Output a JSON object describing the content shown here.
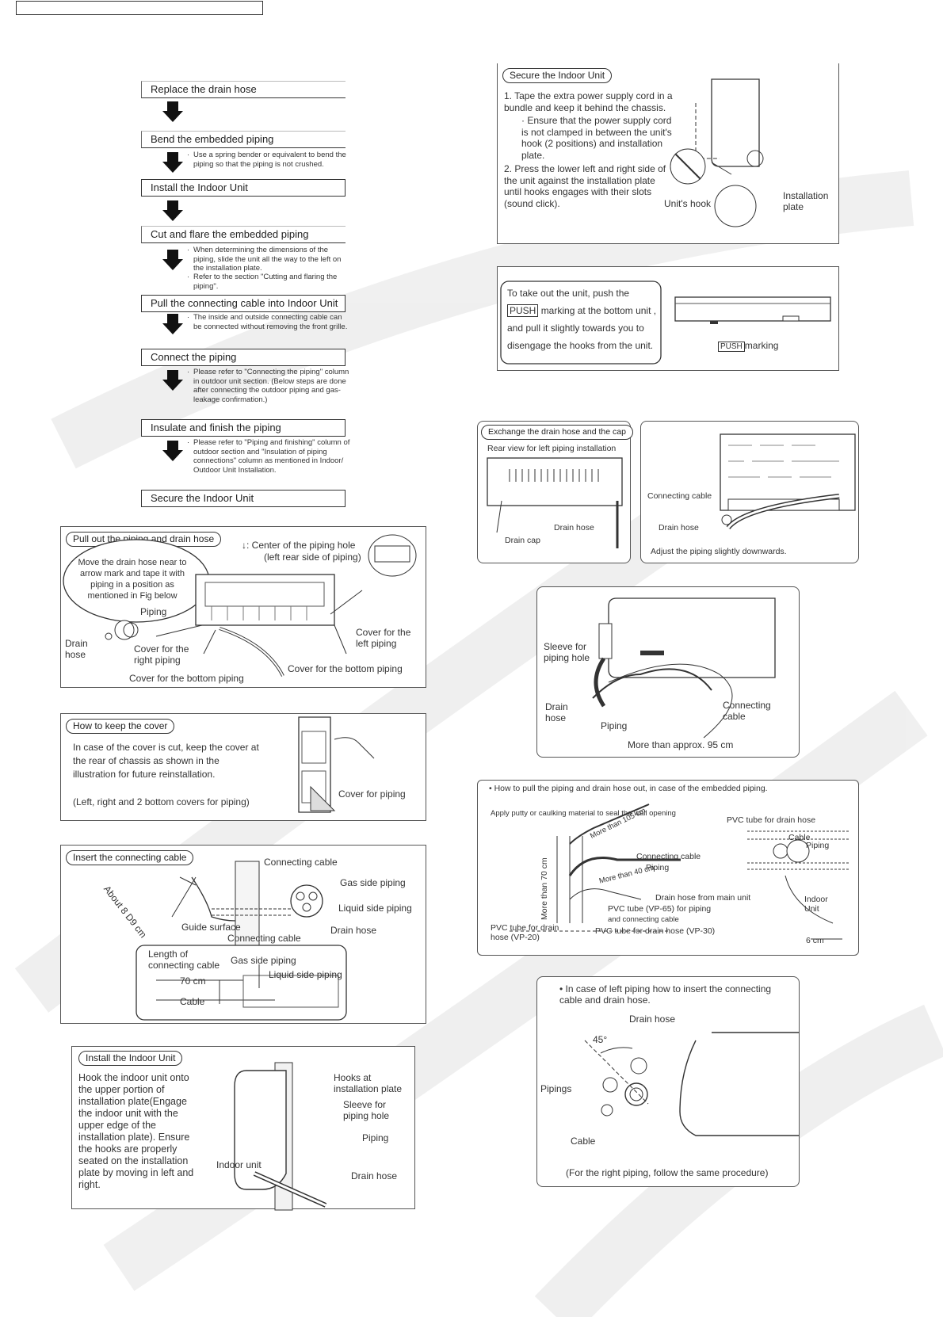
{
  "flow": {
    "steps": [
      "Replace the drain hose",
      "Bend the embedded piping",
      "Install the Indoor Unit",
      "Cut and flare the embedded piping",
      "Pull the connecting cable into Indoor Unit",
      "Connect the piping",
      "Insulate and finish the piping",
      "Secure the Indoor Unit"
    ],
    "notes": {
      "bend": "Use a spring bender or equivalent to bend the piping so that the piping is not crushed.",
      "cut1": "When determining the dimensions of the piping, slide the unit all the way to the left on the installation plate.",
      "cut2": "Refer to the section \"Cutting and flaring the piping\".",
      "pull": "The inside and outside connecting cable can be connected without removing the front grille.",
      "connect": "Please refer to \"Connecting the piping\" column in outdoor unit section. (Below steps are done after connecting the outdoor piping and gas-leakage confirmation.)",
      "insulate": "Please refer to \"Piping and finishing\" column of outdoor section and \"Insulation of piping connections\" column as mentioned in Indoor/ Outdoor Unit Installation."
    }
  },
  "pullout": {
    "title": "Pull out the piping and drain hose",
    "bubble": "Move the drain hose near to arrow mark and tape it with piping in a position as mentioned in Fig below",
    "piping": "Piping",
    "center": "↓: Center of the piping hole",
    "center2": "(left rear side of piping)",
    "drain_hose": "Drain hose",
    "cover_right": "Cover for the right piping",
    "cover_left": "Cover for the left piping",
    "cover_bottom1": "Cover for the bottom piping",
    "cover_bottom2": "Cover for  the bottom piping"
  },
  "keepcover": {
    "title": "How to keep the cover",
    "text": "In case of the cover is cut, keep the cover at the rear of chassis as shown in the illustration for future reinstallation.",
    "text2": "(Left, right and 2 bottom covers for piping)",
    "label": "Cover for piping"
  },
  "insertcable": {
    "title": "Insert the connecting cable",
    "about": "About 8 D9 cm",
    "connecting_cable": "Connecting  cable",
    "gas": "Gas side piping",
    "liquid": "Liquid side piping",
    "drain": "Drain hose",
    "guide": "Guide surface",
    "connecting_cable2": "Connecting cable",
    "length": "Length of connecting cable",
    "gas2": "Gas side piping",
    "liquid2": "Liquid side piping",
    "cm70": "70 cm",
    "cable": "Cable"
  },
  "installindoor": {
    "title": "Install the Indoor Unit",
    "text": "Hook the indoor unit onto the upper portion of installation plate(Engage the indoor unit with the upper edge of the installation plate). Ensure the hooks are properly seated on the installation plate by moving in left and right.",
    "hooks": "Hooks at installation plate",
    "sleeve": "Sleeve for piping hole",
    "piping": "Piping",
    "indoor": "Indoor unit",
    "drain": "Drain hose"
  },
  "secure": {
    "title": "Secure the Indoor Unit",
    "s1": "1.   Tape the extra power supply cord in a bundle and keep it behind the chassis.",
    "s1b": "Ensure that the power supply cord is not clamped in between the unit's hook (2 positions) and installation plate.",
    "s2": "2.   Press the lower left and right side of the unit against the installation plate until hooks engages with their slots (sound click).",
    "hook": "Unit's hook",
    "plate": "Installation plate"
  },
  "takeout": {
    "l1": "To take out the unit, push the",
    "push": "PUSH",
    "l2": "marking at the bottom unit ,",
    "l3": "and pull it slightly towards you to",
    "l4": "disengage the hooks from the unit.",
    "marking": "marking"
  },
  "exchange": {
    "title": "Exchange the drain hose and the cap",
    "rear": "Rear view for left piping installation",
    "drain_hose": "Drain hose",
    "drain_cap": "Drain cap",
    "connecting": "Connecting cable",
    "drain_hose2": "Drain hose",
    "adjust": "Adjust the piping slightly downwards."
  },
  "sleeve": {
    "sleeve": "Sleeve for piping hole",
    "drain": "Drain hose",
    "piping": "Piping",
    "connecting": "Connecting cable",
    "more": "More than approx. 95 cm"
  },
  "embedded": {
    "title": "How to pull the piping and drain hose out, in case of the embedded piping.",
    "putty": "Apply putty or caulking material to seal the wall opening",
    "more105": "More than 105 cm",
    "connecting": "Connecting cable",
    "piping": "Piping",
    "more40": "More than 40 cm",
    "drainmain": "Drain hose from main unit",
    "vp65": "PVC tube (VP-65) for piping",
    "vp65b": "and connecting cable",
    "vp30": "PVC tube for drain hose (VP-30)",
    "vp20": "PVC tube for drain hose (VP-20)",
    "more70": "More than 70 cm",
    "pvc_drain": "PVC tube for drain hose",
    "cable": "Cable",
    "piping2": "Piping",
    "indoor": "Indoor Unit",
    "cm6": "6 cm"
  },
  "leftpiping": {
    "title": "In case of left piping how to insert the connecting cable and drain hose.",
    "drain": "Drain hose",
    "deg": "45°",
    "pipings": "Pipings",
    "cable": "Cable",
    "note": "(For the right piping, follow the same procedure)"
  }
}
